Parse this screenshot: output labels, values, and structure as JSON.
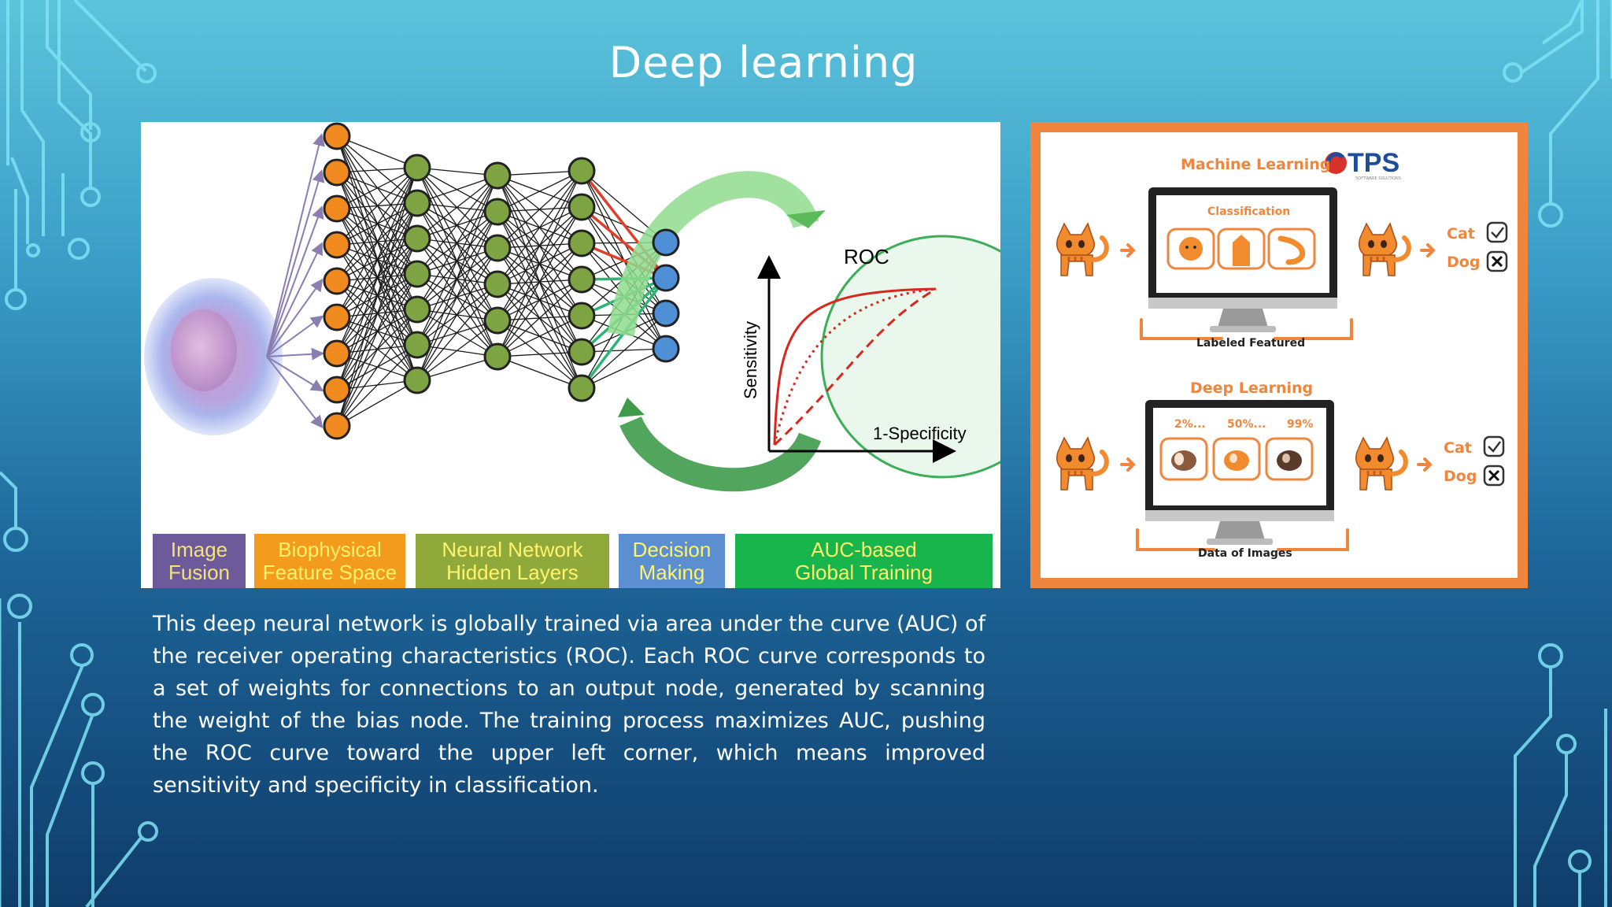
{
  "slide": {
    "title": "Deep learning",
    "paragraph": "This deep neural network is globally trained via area under the curve (AUC) of the receiver operating characteristics (ROC). Each ROC curve corresponds to a set of weights for connections to an output node, generated by scanning the weight of the bias node. The training process maximizes AUC, pushing the ROC curve toward the upper left corner, which means improved sensitivity and specificity in classification."
  },
  "network_figure": {
    "roc_title": "ROC",
    "y_axis": "Sensitivity",
    "x_axis": "1-Specificity",
    "stages": [
      {
        "line1": "Image",
        "line2": "Fusion",
        "color": "#6d5a9b",
        "text_color": "#f3e37a"
      },
      {
        "line1": "Biophysical",
        "line2": "Feature Space",
        "color": "#f29b1d",
        "text_color": "#fff36b"
      },
      {
        "line1": "Neural Network",
        "line2": "Hidden Layers",
        "color": "#8faa3a",
        "text_color": "#fff36b"
      },
      {
        "line1": "Decision",
        "line2": "Making",
        "color": "#5b8fd1",
        "text_color": "#fff36b"
      },
      {
        "line1": "AUC-based",
        "line2": "Global Training",
        "color": "#18b54c",
        "text_color": "#fff36b"
      }
    ],
    "colors": {
      "input_node": "#f08a1f",
      "hidden_node": "#7ea343",
      "output_node": "#4f8fd6",
      "roc_circle": "#3dae58"
    }
  },
  "ml_dl_figure": {
    "logo": "TPS",
    "logo_sub": "SOFTWARE SOLUTIONS",
    "machine_learning": {
      "title": "Machine Learning",
      "screen_label": "Classification",
      "bracket_label": "Labeled Featured",
      "out1": "Cat",
      "out2": "Dog"
    },
    "deep_learning": {
      "title": "Deep Learning",
      "pcts": [
        "2%...",
        "50%...",
        "99%"
      ],
      "bracket_label": "Data of Images",
      "out1": "Cat",
      "out2": "Dog"
    },
    "colors": {
      "accent": "#f0863e",
      "frame": "#f0863e"
    }
  }
}
